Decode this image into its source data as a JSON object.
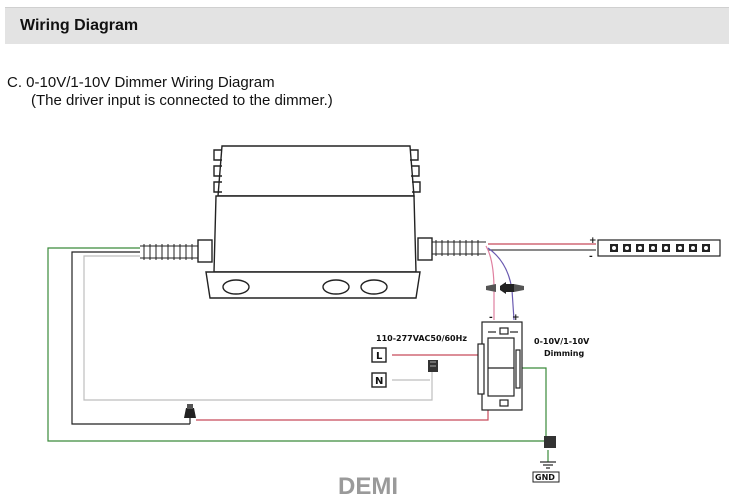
{
  "header": {
    "title": "Wiring Diagram"
  },
  "section": {
    "title": "C. 0-10V/1-10V Dimmer Wiring Diagram",
    "note": "(The driver input is connected to the dimmer.)"
  },
  "diagram": {
    "voltage_label": "110-277VAC50/60Hz",
    "dimming_label_line1": "0-10V/1-10V",
    "dimming_label_line2": "Dimming",
    "terminal_line": "L",
    "terminal_neutral": "N",
    "ground_label": "GND",
    "strip_plus": "+",
    "strip_minus": "-",
    "dimmer_plus": "+",
    "dimmer_minus": "-",
    "watermark": "DEMI",
    "colors": {
      "ground_wire": "#3a8a3a",
      "line_wire": "#c84a5a",
      "neutral_wire": "#bdbdbd",
      "dim_purple": "#6a5ab0",
      "dim_pink": "#e080a0"
    }
  }
}
